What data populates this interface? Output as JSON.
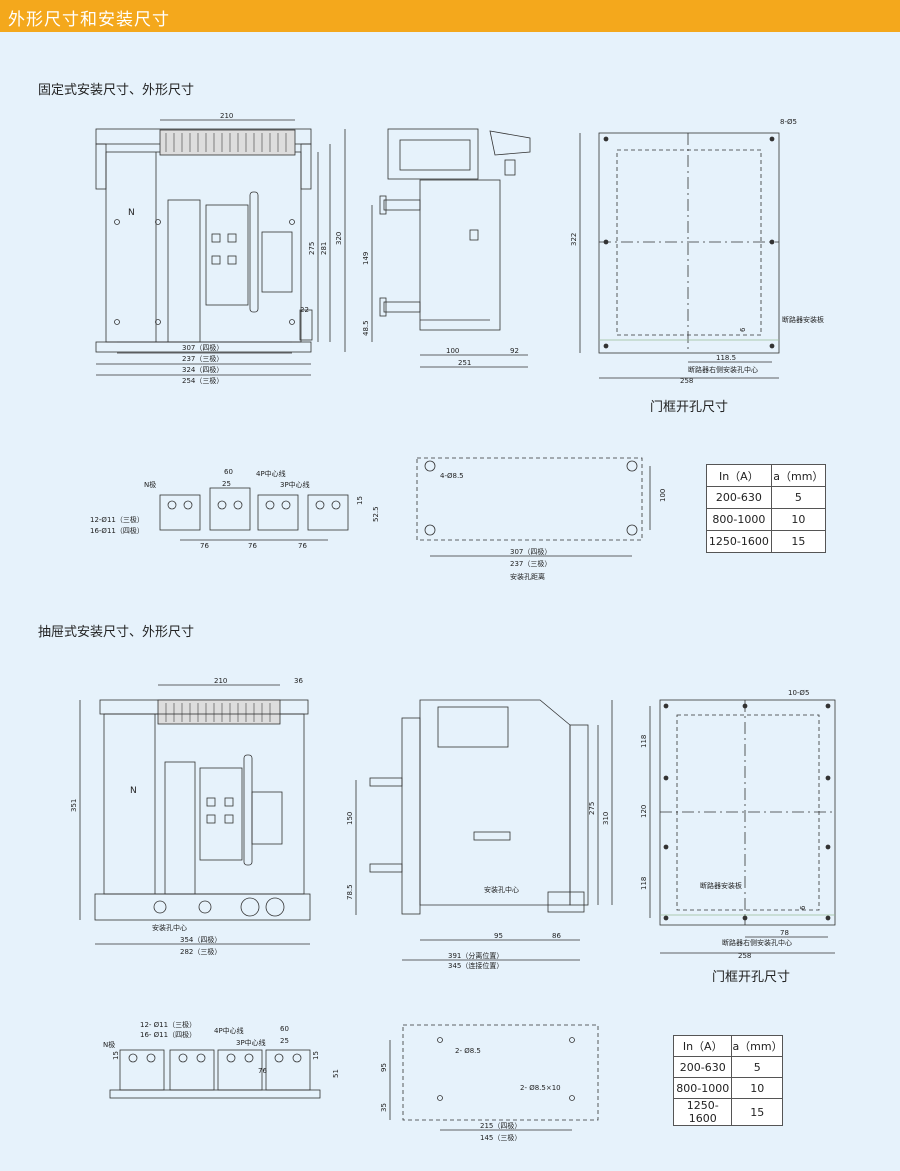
{
  "header": {
    "title": "外形尺寸和安装尺寸"
  },
  "fixed": {
    "title": "固定式安装尺寸、外形尺寸",
    "front": {
      "d210": "210",
      "d320": "320",
      "d281": "281",
      "d275": "275",
      "d22": "22",
      "d307": "307（四极）",
      "d237": "237（三极）",
      "d324": "324（四极）",
      "d254": "254（三极）",
      "n": "N"
    },
    "side": {
      "d149": "149",
      "d48_5": "48.5",
      "d100": "100",
      "d92": "92",
      "d251": "251"
    },
    "door": {
      "holes": "8-Ø5",
      "d322": "322",
      "d6": "6",
      "d118_5": "118.5",
      "note1": "断路器右侧安装孔中心",
      "d258": "258",
      "plate": "断路器安装板",
      "caption": "门框开孔尺寸"
    },
    "terminal": {
      "n_pole": "N极",
      "c4p": "4P中心线",
      "c3p": "3P中心线",
      "d60": "60",
      "d25": "25",
      "d15": "15",
      "d52_5": "52.5",
      "d76a": "76",
      "d76b": "76",
      "d76c": "76",
      "h3": "12-Ø11（三极）",
      "h4": "16-Ø11（四极）"
    },
    "mount": {
      "holes": "4-Ø8.5",
      "d100": "100",
      "d307": "307（四极）",
      "d237": "237（三极）",
      "label": "安装孔距离"
    },
    "table": {
      "h1": "In（A）",
      "h2": "a（mm）",
      "rows": [
        {
          "in": "200-630",
          "a": "5"
        },
        {
          "in": "800-1000",
          "a": "10"
        },
        {
          "in": "1250-1600",
          "a": "15"
        }
      ]
    }
  },
  "draw": {
    "title": "抽屉式安装尺寸、外形尺寸",
    "front": {
      "d210": "210",
      "d36": "36",
      "d351": "351",
      "n": "N",
      "hole_center": "安装孔中心",
      "d354": "354（四极）",
      "d282": "282（三极）"
    },
    "side": {
      "d150": "150",
      "d78_5": "78.5",
      "d275": "275",
      "d310": "310",
      "hole_center": "安装孔中心",
      "d95": "95",
      "d86": "86",
      "d391": "391（分离位置）",
      "d345": "345（连接位置）"
    },
    "door": {
      "holes": "10-Ø5",
      "d118a": "118",
      "d120": "120",
      "d118b": "118",
      "plate": "断路器安装板",
      "d6": "6",
      "d78": "78",
      "note1": "断路器右侧安装孔中心",
      "d258": "258",
      "caption": "门框开孔尺寸"
    },
    "terminal": {
      "h3": "12- Ø11（三极）",
      "h4": "16- Ø11（四极）",
      "n_pole": "N极",
      "c4p": "4P中心线",
      "c3p": "3P中心线",
      "d60": "60",
      "d25": "25",
      "d15a": "15",
      "d15b": "15",
      "d76": "76",
      "d51": "51"
    },
    "mount": {
      "holes1": "2- Ø8.5",
      "holes2": "2- Ø8.5×10",
      "d95": "95",
      "d35": "35",
      "d215": "215（四极）",
      "d145": "145（三极）"
    },
    "table": {
      "h1": "In（A）",
      "h2": "a（mm）",
      "rows": [
        {
          "in": "200-630",
          "a": "5"
        },
        {
          "in": "800-1000",
          "a": "10"
        },
        {
          "in": "1250-1600",
          "a": "15"
        }
      ]
    }
  }
}
